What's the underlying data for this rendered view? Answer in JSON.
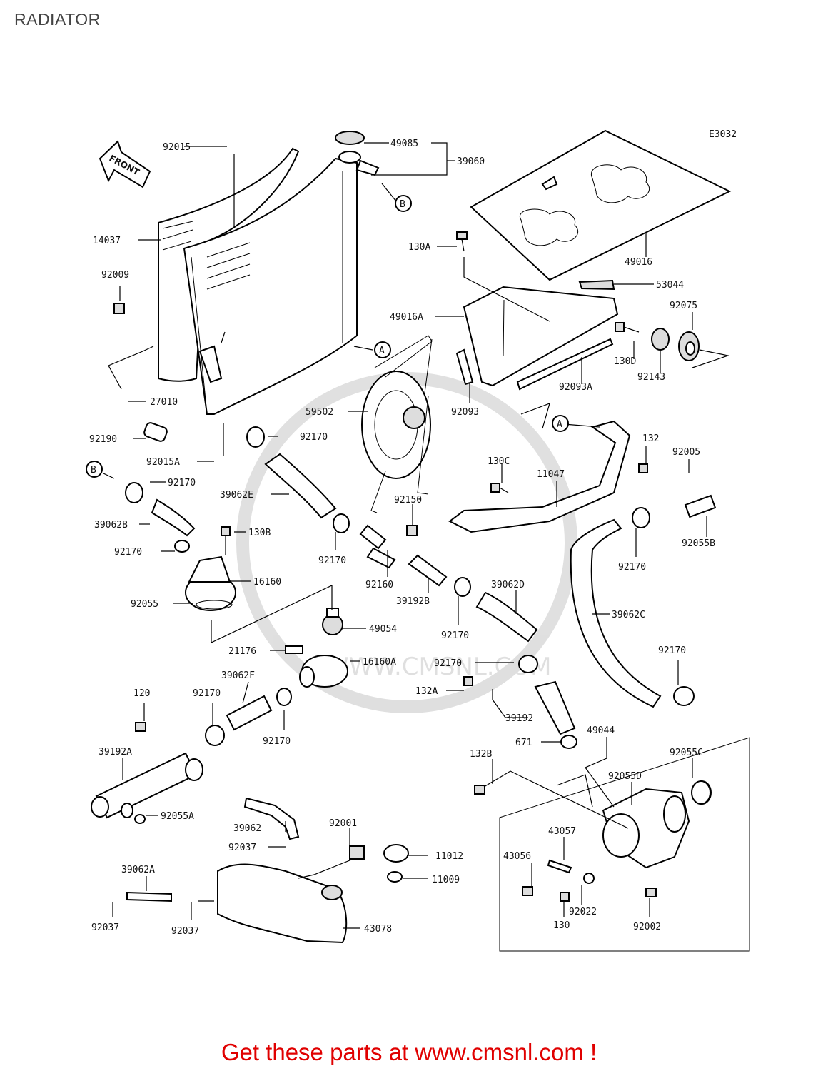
{
  "page": {
    "title": "RADIATOR",
    "footer": "Get these parts at www.cmsnl.com !"
  },
  "diagram": {
    "code": "E3032",
    "front_label": "FRONT",
    "watermark": "WWW.CMSNL.COM",
    "circle_refs": {
      "a": "A",
      "b": "B"
    },
    "labels": {
      "p92015": "92015",
      "p49085": "49085",
      "p39060": "39060",
      "p14037": "14037",
      "p92009": "92009",
      "p27010": "27010",
      "p92190": "92190",
      "p92015A": "92015A",
      "p92170a": "92170",
      "p39062E": "39062E",
      "p92170b": "92170",
      "p39062B": "39062B",
      "p92170c": "92170",
      "p130B": "130B",
      "p16160": "16160",
      "p92055": "92055",
      "p130A": "130A",
      "p49016": "49016",
      "p53044": "53044",
      "p92075": "92075",
      "p49016A": "49016A",
      "p130D": "130D",
      "p92143": "92143",
      "p92093A": "92093A",
      "p59502": "59502",
      "p92093": "92093",
      "p132": "132",
      "p92005": "92005",
      "p130C": "130C",
      "p11047": "11047",
      "p92150": "92150",
      "p92055B": "92055B",
      "p92170d": "92170",
      "p92160": "92160",
      "p39192B": "39192B",
      "p39062D": "39062D",
      "p92170e": "92170",
      "p92170f": "92170",
      "p39062C": "39062C",
      "p49054": "49054",
      "p21176": "21176",
      "p16160A": "16160A",
      "p92170g": "92170",
      "p39062F": "39062F",
      "p120": "120",
      "p92170h": "92170",
      "p92170i": "92170",
      "p132A": "132A",
      "p39192": "39192",
      "p92170j": "92170",
      "p39192A": "39192A",
      "p92055A": "92055A",
      "p671": "671",
      "p49044": "49044",
      "p132B": "132B",
      "p92055C": "92055C",
      "p92055D": "92055D",
      "p39062": "39062",
      "p92001": "92001",
      "p92037a": "92037",
      "p11012": "11012",
      "p11009": "11009",
      "p43057": "43057",
      "p43056": "43056",
      "p39062A": "39062A",
      "p92037b": "92037",
      "p92037c": "92037",
      "p43078": "43078",
      "p92022": "92022",
      "p130": "130",
      "p92002": "92002"
    }
  }
}
